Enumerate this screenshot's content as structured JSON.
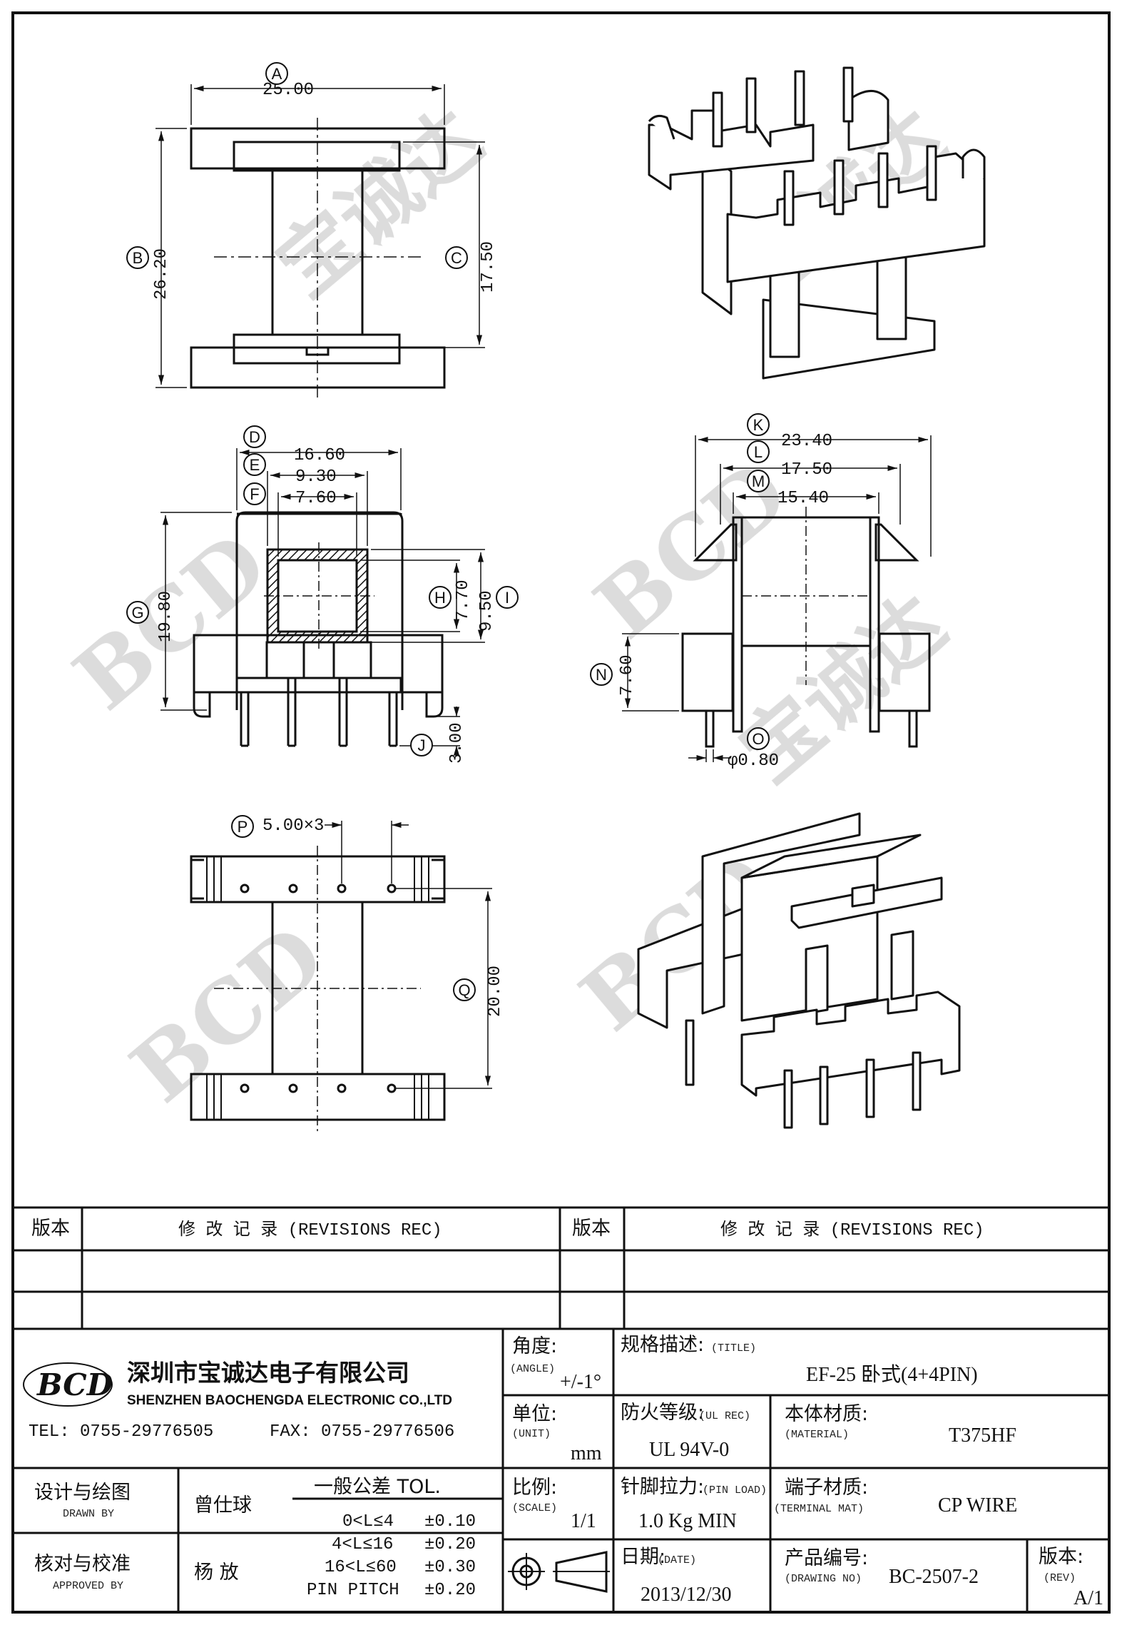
{
  "views": {
    "top": {
      "A": "25.00",
      "B": "26.20",
      "C": "17.50"
    },
    "front": {
      "D": "16.60",
      "E": "9.30",
      "F": "7.60",
      "G": "19.80",
      "H": "7.70",
      "I": "9.50",
      "J": "3.00"
    },
    "side": {
      "K": "23.40",
      "L": "17.50",
      "M": "15.40",
      "N": "7.60",
      "O": "φ0.80"
    },
    "bottom": {
      "P": "5.00×3",
      "Q": "20.00"
    },
    "bubbles": [
      "A",
      "B",
      "C",
      "D",
      "E",
      "F",
      "G",
      "H",
      "I",
      "J",
      "K",
      "L",
      "M",
      "N",
      "O",
      "P",
      "Q"
    ]
  },
  "watermark": {
    "logo": "BCD",
    "cn": "宝诚达"
  },
  "revisions": {
    "col_version": "版本",
    "col_record": "修 改 记 录 (REVISIONS REC)"
  },
  "company": {
    "logo": "BCD",
    "name_cn": "深圳市宝诚达电子有限公司",
    "name_en": "SHENZHEN BAOCHENGDA ELECTRONIC CO.,LTD",
    "tel": "TEL: 0755-29776505",
    "fax": "FAX: 0755-29776506"
  },
  "titleblock": {
    "angle_label": "角度:",
    "angle_label_en": "(ANGLE)",
    "angle_value": "+/-1°",
    "title_label": "规格描述:",
    "title_label_en": "(TITLE)",
    "title_value": "EF-25 卧式(4+4PIN)",
    "unit_label": "单位:",
    "unit_label_en": "(UNIT)",
    "unit_value": "mm",
    "ul_label": "防火等级:",
    "ul_label_en": "(UL REC)",
    "ul_value": "UL 94V-0",
    "material_label": "本体材质:",
    "material_label_en": "(MATERIAL)",
    "material_value": "T375HF",
    "scale_label": "比例:",
    "scale_label_en": "(SCALE)",
    "scale_value": "1/1",
    "pinload_label": "针脚拉力:",
    "pinload_label_en": "(PIN LOAD)",
    "pinload_value": "1.0 Kg MIN",
    "terminal_label": "端子材质:",
    "terminal_label_en": "(TERMINAL MAT)",
    "terminal_value": "CP WIRE",
    "date_label": "日期:",
    "date_label_en": "(DATE)",
    "date_value": "2013/12/30",
    "drawingno_label": "产品编号:",
    "drawingno_label_en": "(DRAWING NO)",
    "drawingno_value": "BC-2507-2",
    "rev_label": "版本:",
    "rev_label_en": "(REV)",
    "rev_value": "A/1",
    "drawn_label": "设计与绘图",
    "drawn_label_en": "DRAWN BY",
    "drawn_name": "曾仕球",
    "approved_label": "核对与校准",
    "approved_label_en": "APPROVED BY",
    "approved_name": "杨  放",
    "tol_title": "一般公差 TOL.",
    "tol_rows": [
      {
        "range": "0<L≤4",
        "value": "±0.10"
      },
      {
        "range": "4<L≤16",
        "value": "±0.20"
      },
      {
        "range": "16<L≤60",
        "value": "±0.30"
      },
      {
        "range": "PIN PITCH",
        "value": "±0.20"
      }
    ]
  }
}
